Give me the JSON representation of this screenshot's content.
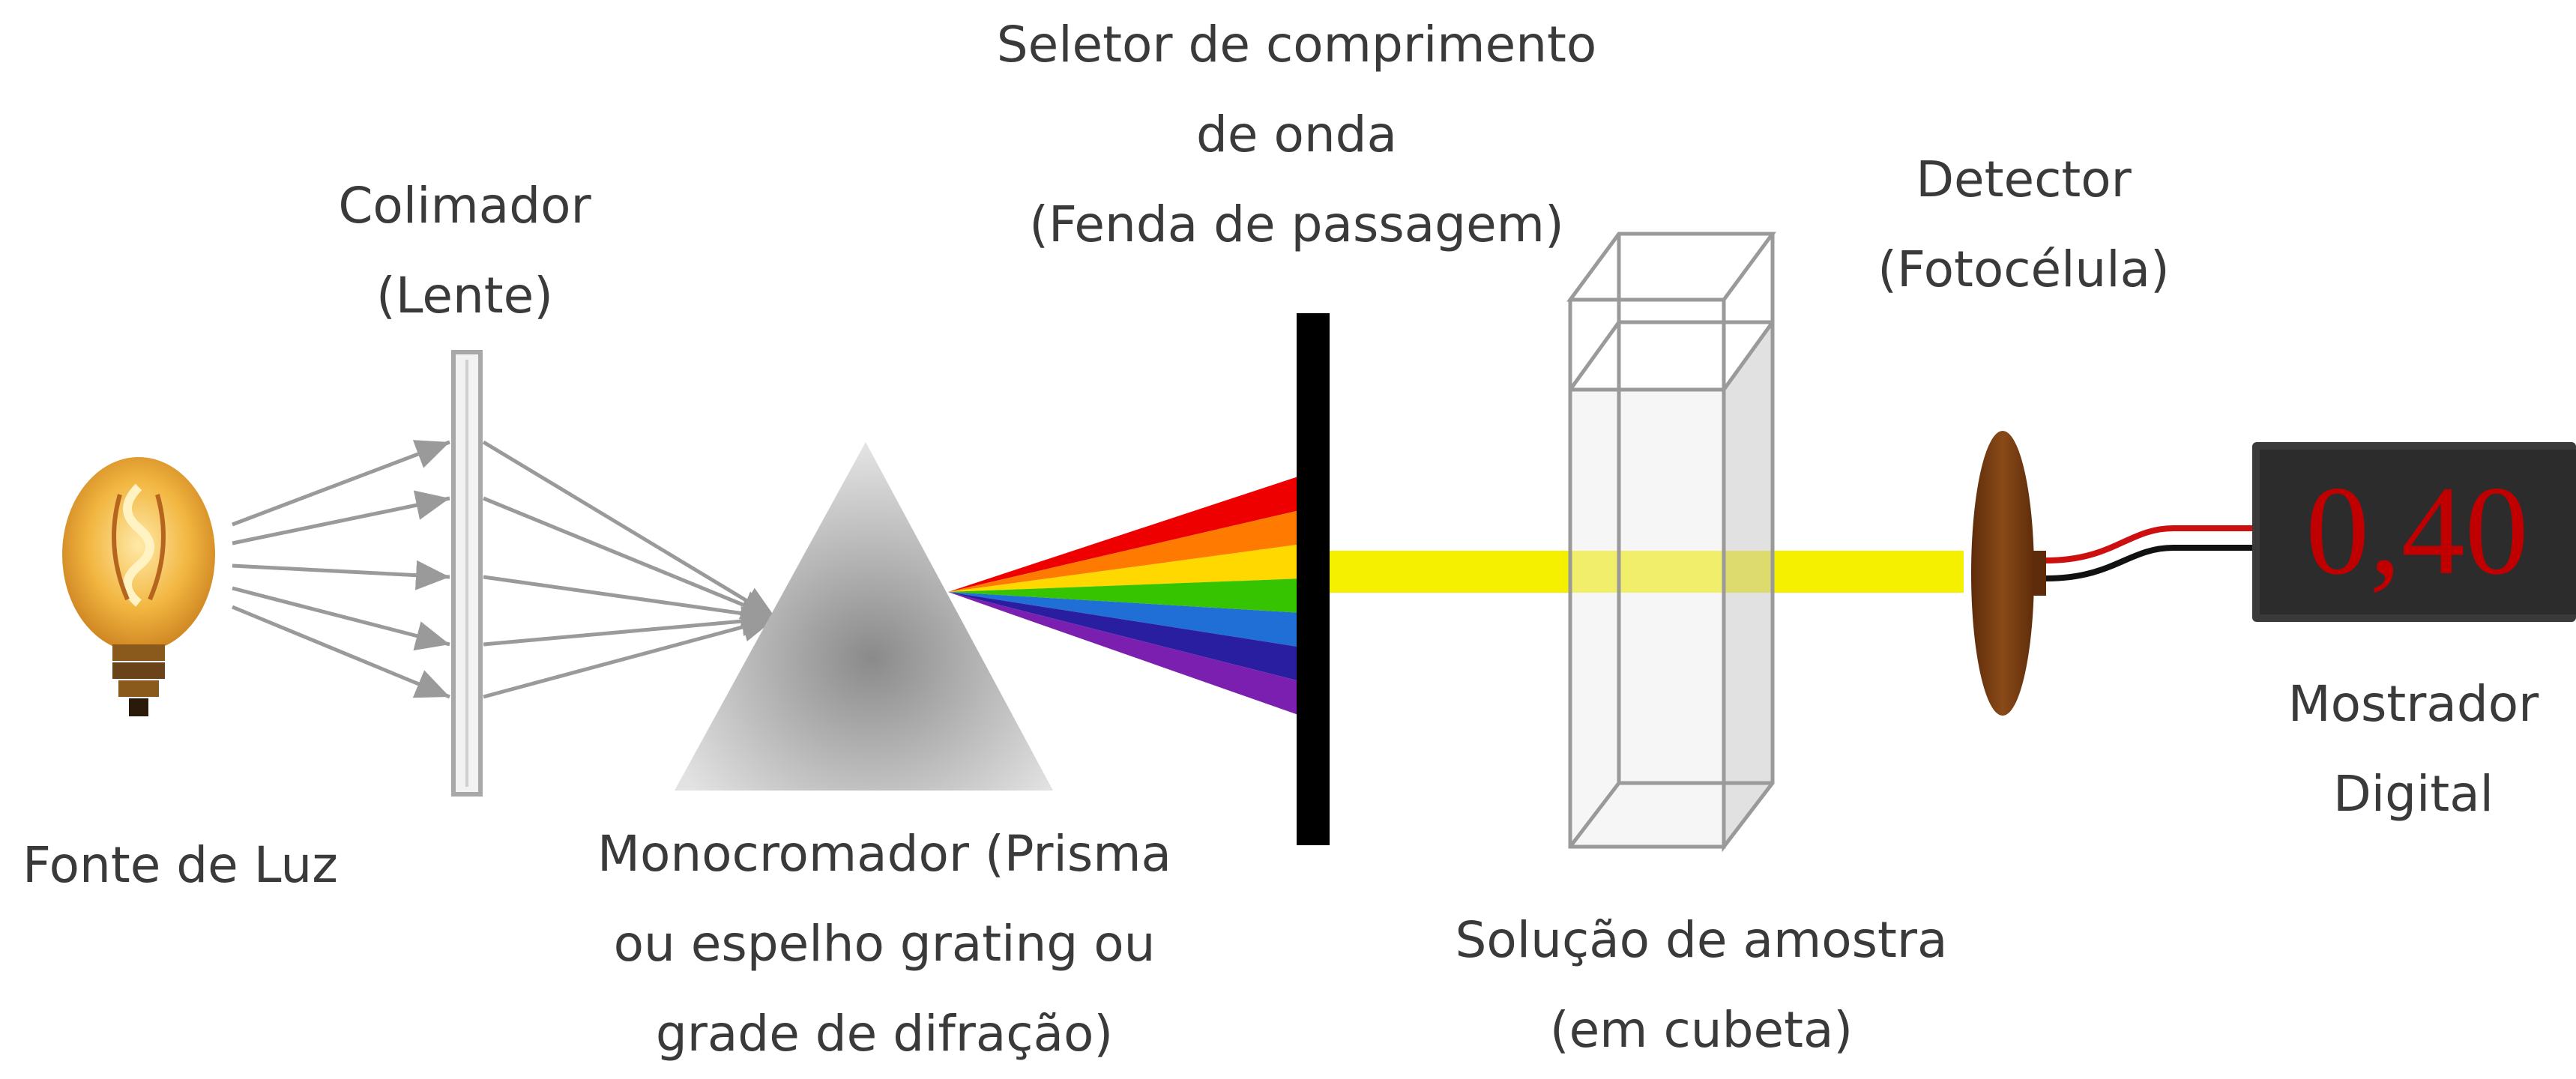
{
  "labels": {
    "light_source": "Fonte de Luz",
    "collimator": [
      "Colimador",
      "(Lente)"
    ],
    "monochromator": [
      "Monocromador  (Prisma",
      "ou espelho  grating ou",
      "grade de difração)"
    ],
    "wavelength_selector": [
      "Seletor de comprimento",
      "de onda",
      "(Fenda de passagem)"
    ],
    "sample": [
      "Solução de amostra",
      "(em cubeta)"
    ],
    "detector": [
      "Detector",
      "(Fotocélula)"
    ],
    "display": [
      "Mostrador",
      "Digital"
    ]
  },
  "display": {
    "reading": "0,40"
  },
  "colors": {
    "beam": "#f5f000",
    "display_body": "#3a3a3a",
    "display_digits": "#c00000",
    "detector": "#7a3d12",
    "slit": "#000000",
    "spectrum": [
      "#ee0000",
      "#ff7a00",
      "#ffd800",
      "#37c400",
      "#1f6fd6",
      "#2a1ea0",
      "#7a1fb0"
    ]
  },
  "icons": [
    "lightbulb-icon",
    "lens-icon",
    "prism-icon",
    "slit-icon",
    "cuvette-icon",
    "photocell-icon",
    "digital-display-icon"
  ]
}
